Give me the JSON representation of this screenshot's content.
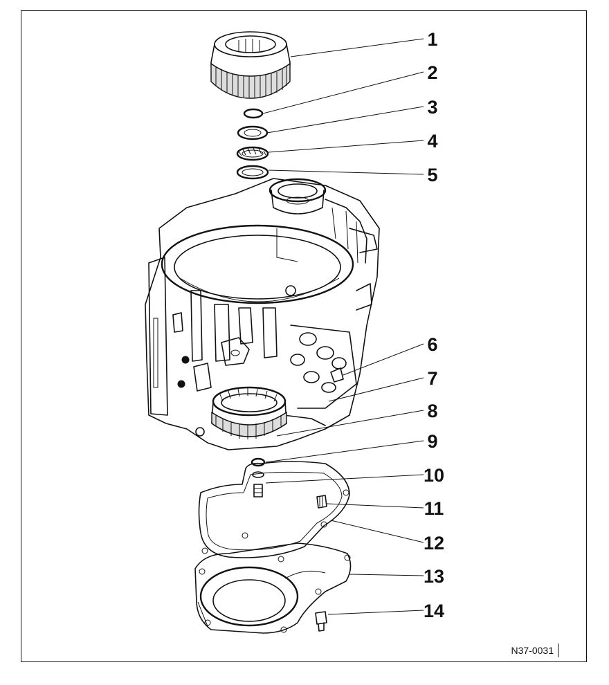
{
  "figure_id": "N37-0031",
  "callouts": [
    {
      "number": "1"
    },
    {
      "number": "2"
    },
    {
      "number": "3"
    },
    {
      "number": "4"
    },
    {
      "number": "5"
    },
    {
      "number": "6"
    },
    {
      "number": "7"
    },
    {
      "number": "8"
    },
    {
      "number": "9"
    },
    {
      "number": "10"
    },
    {
      "number": "11"
    },
    {
      "number": "12"
    },
    {
      "number": "13"
    },
    {
      "number": "14"
    }
  ]
}
